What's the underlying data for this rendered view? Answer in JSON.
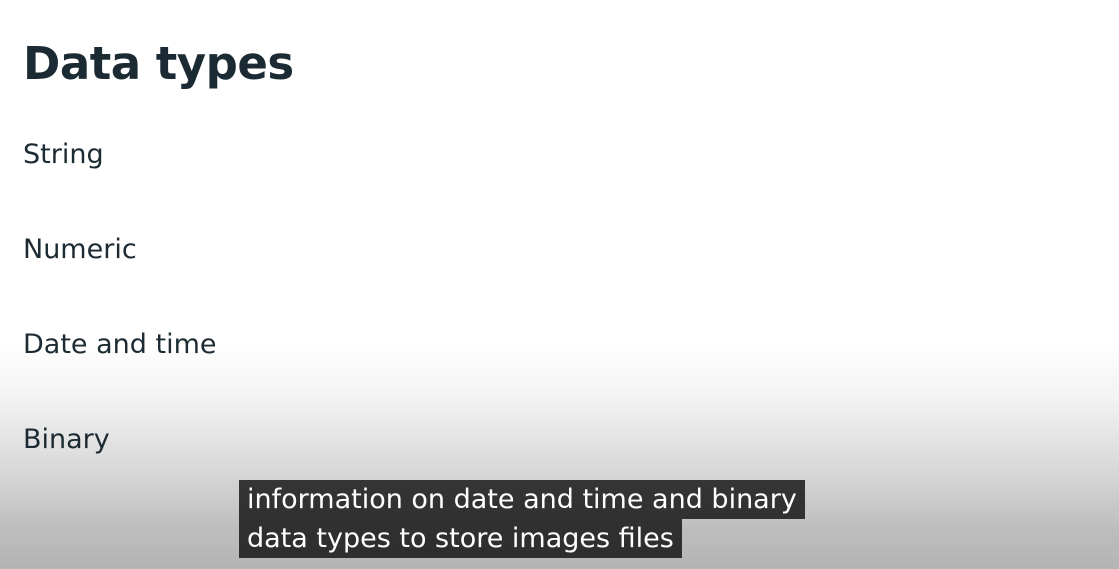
{
  "slide": {
    "title": "Data types",
    "items": [
      {
        "label": "String"
      },
      {
        "label": "Numeric"
      },
      {
        "label": "Date and time"
      },
      {
        "label": "Binary"
      }
    ]
  },
  "captions": {
    "lines": [
      "information on date and time and binary",
      "data types to store images files"
    ]
  }
}
